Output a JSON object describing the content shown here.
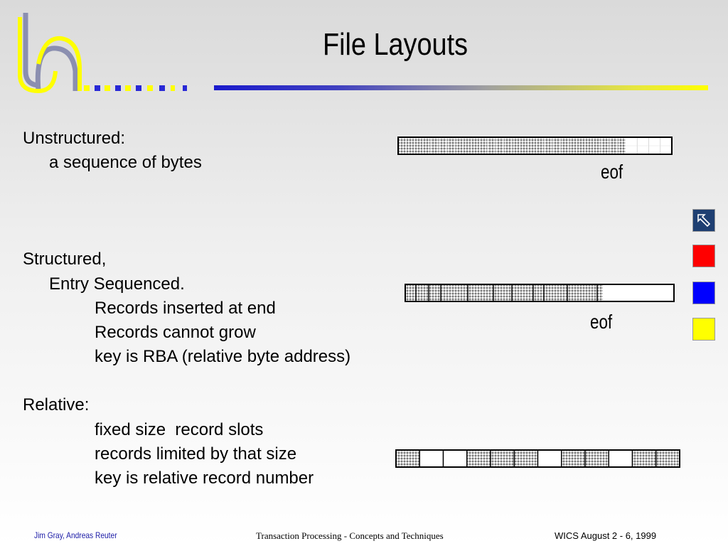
{
  "title": "File Layouts",
  "sections": {
    "unstructured": {
      "heading": "Unstructured:",
      "lines": [
        "a sequence of bytes"
      ]
    },
    "structured": {
      "heading": "Structured,",
      "sub": "Entry Sequenced.",
      "lines": [
        "Records inserted at end",
        "Records cannot grow",
        "key is RBA (relative byte address)"
      ]
    },
    "relative": {
      "heading": "Relative:",
      "lines": [
        "fixed size  record slots",
        "records limited by that size",
        "key is relative record number"
      ]
    }
  },
  "labels": {
    "eof1": "eof",
    "eof2": "eof"
  },
  "footer": {
    "left": "Jim Gray, Andreas Reuter",
    "center": "Transaction Processing - Concepts and Techniques",
    "right": "WICS August 2 - 6, 1999"
  },
  "nav": {
    "colors": {
      "nav": "#1e3f72",
      "red": "#ff0000",
      "blue": "#0000ff",
      "yellow": "#ffff00"
    },
    "icons": [
      "arrow-up-left-icon",
      "red-square",
      "blue-square",
      "yellow-square"
    ]
  },
  "chart_data": [
    {
      "type": "table",
      "segments": [
        "filled",
        "empty"
      ],
      "eof_at_index": 1,
      "label": "eof"
    },
    {
      "type": "table",
      "segments": [
        "filled",
        "empty"
      ],
      "eof_at_index": 1,
      "label": "eof"
    },
    {
      "type": "table",
      "slots": [
        "filled",
        "empty",
        "empty",
        "filled",
        "filled",
        "filled",
        "empty",
        "filled",
        "filled",
        "empty",
        "filled",
        "filled"
      ]
    }
  ]
}
